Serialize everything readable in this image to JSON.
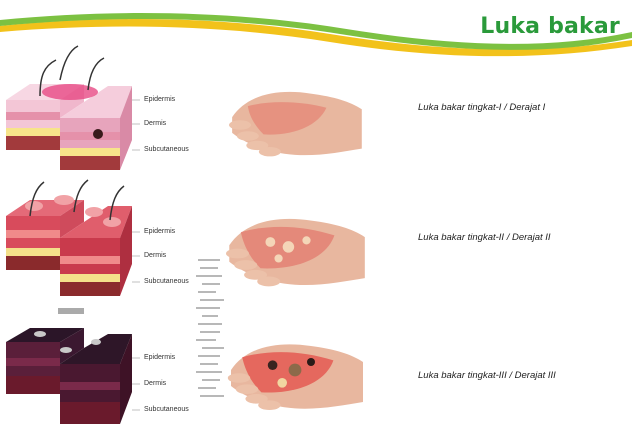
{
  "slide": {
    "title": "Luka bakar",
    "accent_color": "#2a9a3a",
    "swoosh_colors": [
      "#7cc142",
      "#f2c21b"
    ]
  },
  "rows": [
    {
      "degree": "I",
      "caption": "Luka bakar tingkat-I / Derajat I",
      "layers": [
        "Epidermis",
        "Dermis",
        "Subcutaneous"
      ]
    },
    {
      "degree": "II",
      "caption": "Luka bakar tingkat-II / Derajat II",
      "layers": [
        "Epidermis",
        "Dermis",
        "Subcutaneous"
      ]
    },
    {
      "degree": "III",
      "caption": "Luka bakar tingkat-III / Derajat III",
      "layers": [
        "Epidermis",
        "Dermis",
        "Subcutaneous"
      ]
    }
  ]
}
